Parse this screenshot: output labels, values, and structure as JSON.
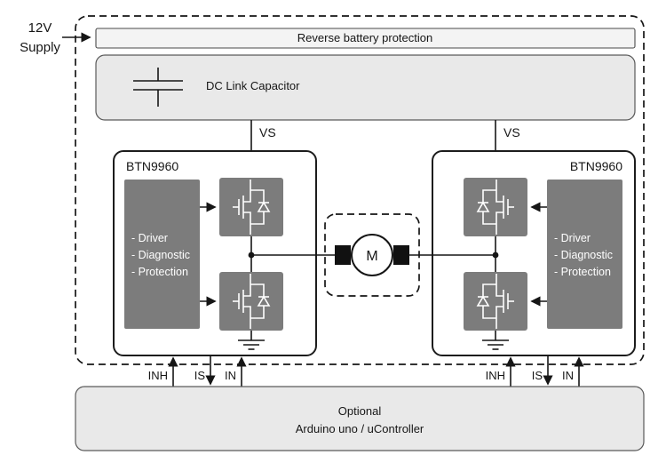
{
  "supply": {
    "line1": "12V",
    "line2": "Supply"
  },
  "reverse_battery": {
    "label": "Reverse battery protection"
  },
  "dc_link": {
    "label": "DC Link Capacitor"
  },
  "left_driver": {
    "title": "BTN9960",
    "vs_label": "VS",
    "features": [
      "- Driver",
      "- Diagnostic",
      "- Protection"
    ],
    "signals": [
      "INH",
      "IS",
      "IN"
    ]
  },
  "right_driver": {
    "title": "BTN9960",
    "vs_label": "VS",
    "features": [
      "- Driver",
      "- Diagnostic",
      "- Protection"
    ],
    "signals": [
      "INH",
      "IS",
      "IN"
    ]
  },
  "motor": {
    "label": "M"
  },
  "controller": {
    "line1": "Optional",
    "line2": "Arduino uno / uController"
  },
  "colors": {
    "block_dark": "#7c7c7c",
    "block_light": "#e9e9e9",
    "bar_light": "#f4f4f4",
    "line": "#161616"
  }
}
